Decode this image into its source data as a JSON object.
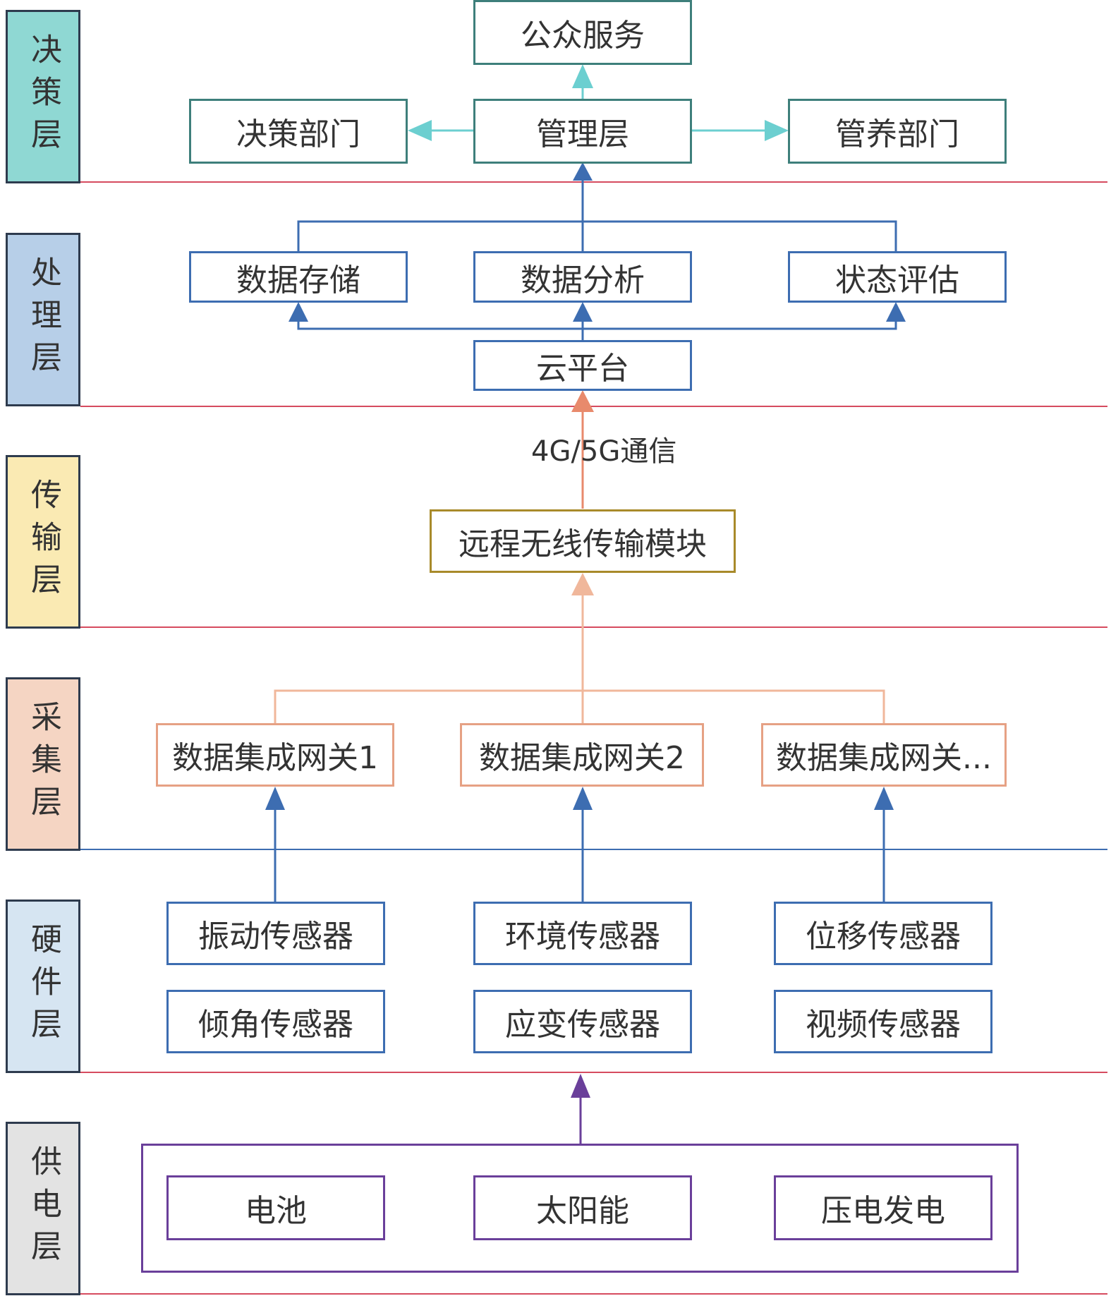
{
  "layers": [
    {
      "label": "决策层",
      "color": "#8fd8d3"
    },
    {
      "label": "处理层",
      "color": "#b7cfe8"
    },
    {
      "label": "传输层",
      "color": "#faeab3"
    },
    {
      "label": "采集层",
      "color": "#f5d5c3"
    },
    {
      "label": "硬件层",
      "color": "#d6e5f2"
    },
    {
      "label": "供电层",
      "color": "#e3e3e3"
    }
  ],
  "decision": {
    "public_service": "公众服务",
    "decision_dept": "决策部门",
    "management": "管理层",
    "maintenance_dept": "管养部门"
  },
  "processing": {
    "storage": "数据存储",
    "analysis": "数据分析",
    "assessment": "状态评估",
    "cloud": "云平台"
  },
  "transmission": {
    "comm_label": "4G/5G通信",
    "module": "远程无线传输模块"
  },
  "acquisition": {
    "gateways": [
      "数据集成网关1",
      "数据集成网关2",
      "数据集成网关..."
    ]
  },
  "hardware": {
    "sensors": [
      "振动传感器",
      "环境传感器",
      "位移传感器",
      "倾角传感器",
      "应变传感器",
      "视频传感器"
    ]
  },
  "power": {
    "sources": [
      "电池",
      "太阳能",
      "压电发电"
    ]
  },
  "colors": {
    "teal_arrow": "#6ccfd0",
    "blue_arrow": "#3d6db1",
    "salmon_arrow": "#f0b79b",
    "orange_arrow": "#e88a6c",
    "purple_arrow": "#6a3f9a",
    "red_divider": "#d64b5f",
    "blue_divider": "#3d6db1"
  }
}
